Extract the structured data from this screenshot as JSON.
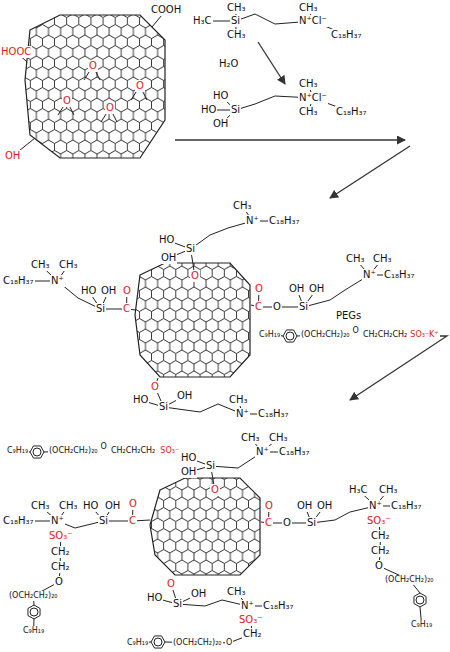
{
  "diagram": {
    "labels": [
      "HOOC",
      "COOH",
      "OH",
      "O",
      "O",
      "O",
      "O",
      "CH₃",
      "H₃C",
      "Si",
      "CH₃",
      "CH₃",
      "N⁺Cl⁻",
      "C₁₈H₃₇",
      "H₂O",
      "CH₃",
      "HO",
      "N⁺Cl⁻",
      "HO",
      "Si",
      "OH",
      "CH₃",
      "C₁₈H₃₇",
      "O",
      "Si",
      "HO",
      "OH",
      "CH₃",
      "N⁺",
      "C₁₈H₃₇",
      "CH₃",
      "CH₃",
      "C₁₈H₃₇",
      "N⁺",
      "HO",
      "OH",
      "Si",
      "O",
      "C",
      "O",
      "C",
      "O",
      "OH",
      "OH",
      "Si",
      "CH₃",
      "CH₃",
      "N⁺",
      "C₁₈H₃₇",
      "PEGs",
      "C₉H₁₉",
      "(OCH₂CH₂)₂₀",
      "O",
      "CH₂CH₂CH₂",
      "SO₃⁻K⁺",
      "O",
      "Si",
      "HO",
      "OH",
      "CH₃",
      "N⁺",
      "C₁₈H₃₇",
      "C₉H₁₉",
      "(OCH₂CH₂)₂₀",
      "O",
      "CH₂CH₂CH₂",
      "SO₃⁻",
      "CH₃",
      "CH₃",
      "N⁺",
      "C₁₈H₃₇",
      "HO",
      "OH",
      "Si",
      "O",
      "CH₃",
      "CH₃",
      "C₁₈H₃₇",
      "N⁺",
      "SO₃⁻",
      "CH₂",
      "CH₂",
      "O",
      "(OCH₂CH₂)₂₀",
      "C₉H₁₉",
      "HO",
      "OH",
      "Si",
      "O",
      "C",
      "O",
      "C",
      "O",
      "OH",
      "OH",
      "Si",
      "H₃C",
      "CH₃",
      "N⁺",
      "C₁₈H₃₇",
      "SO₃⁻",
      "CH₂",
      "CH₂",
      "O",
      "(OCH₂CH₂)₂₀",
      "C₉H₁₉",
      "O",
      "Si",
      "HO",
      "OH",
      "CH₃",
      "N⁺",
      "C₁₈H₃₇",
      "SO₃⁻",
      "CH₂",
      "O",
      "(OCH₂CH₂)₂₀",
      "C₉H₁₉"
    ]
  }
}
